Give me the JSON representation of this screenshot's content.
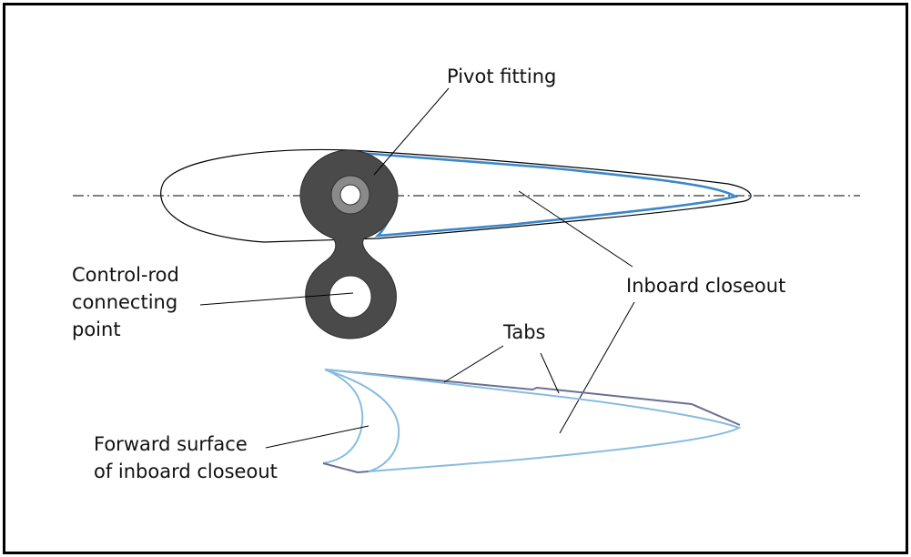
{
  "labels": {
    "pivot": "Pivot fitting",
    "control_rod_line1": "Control-rod",
    "control_rod_line2": "connecting",
    "control_rod_line3": "point",
    "inboard_closeout": "Inboard closeout",
    "tabs": "Tabs",
    "forward_surface_line1": "Forward surface",
    "forward_surface_line2": "of inboard closeout"
  },
  "colors": {
    "outline": "#000000",
    "blue_highlight": "#3a87c9",
    "light_blue": "#88bce0",
    "slate": "#6a7090",
    "fitting_dark": "#4a4a4a",
    "fitting_mid": "#8a8a8a"
  }
}
